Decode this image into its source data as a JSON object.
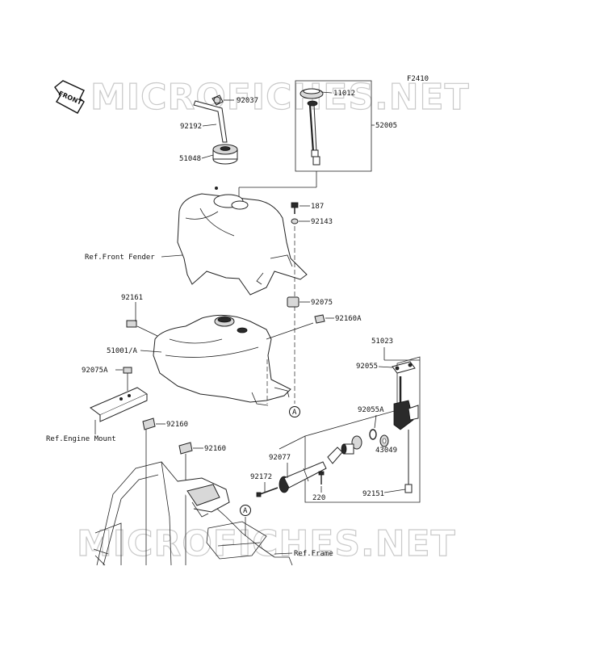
{
  "figure_code": "F2410",
  "watermark": "MICROFICHES.NET",
  "front_label": "FRONT",
  "parts": {
    "p92037": "92037",
    "p11012": "11012",
    "p92192": "92192",
    "p52005": "52005",
    "p51048": "51048",
    "p187": "187",
    "p92143": "92143",
    "ref_front_fender": "Ref.Front Fender",
    "p92075": "92075",
    "p92161": "92161",
    "p92160A": "92160A",
    "p51001A": "51001/A",
    "p51023": "51023",
    "p92075A": "92075A",
    "p92055": "92055",
    "ref_engine_mount": "Ref.Engine Mount",
    "p92055A": "92055A",
    "p92160_1": "92160",
    "p43049": "43049",
    "p92160_2": "92160",
    "p92077": "92077",
    "p92172": "92172",
    "p220": "220",
    "p92151": "92151",
    "ref_frame": "Ref.Frame"
  },
  "callouts": {
    "a_upper": "A",
    "a_lower": "A"
  }
}
